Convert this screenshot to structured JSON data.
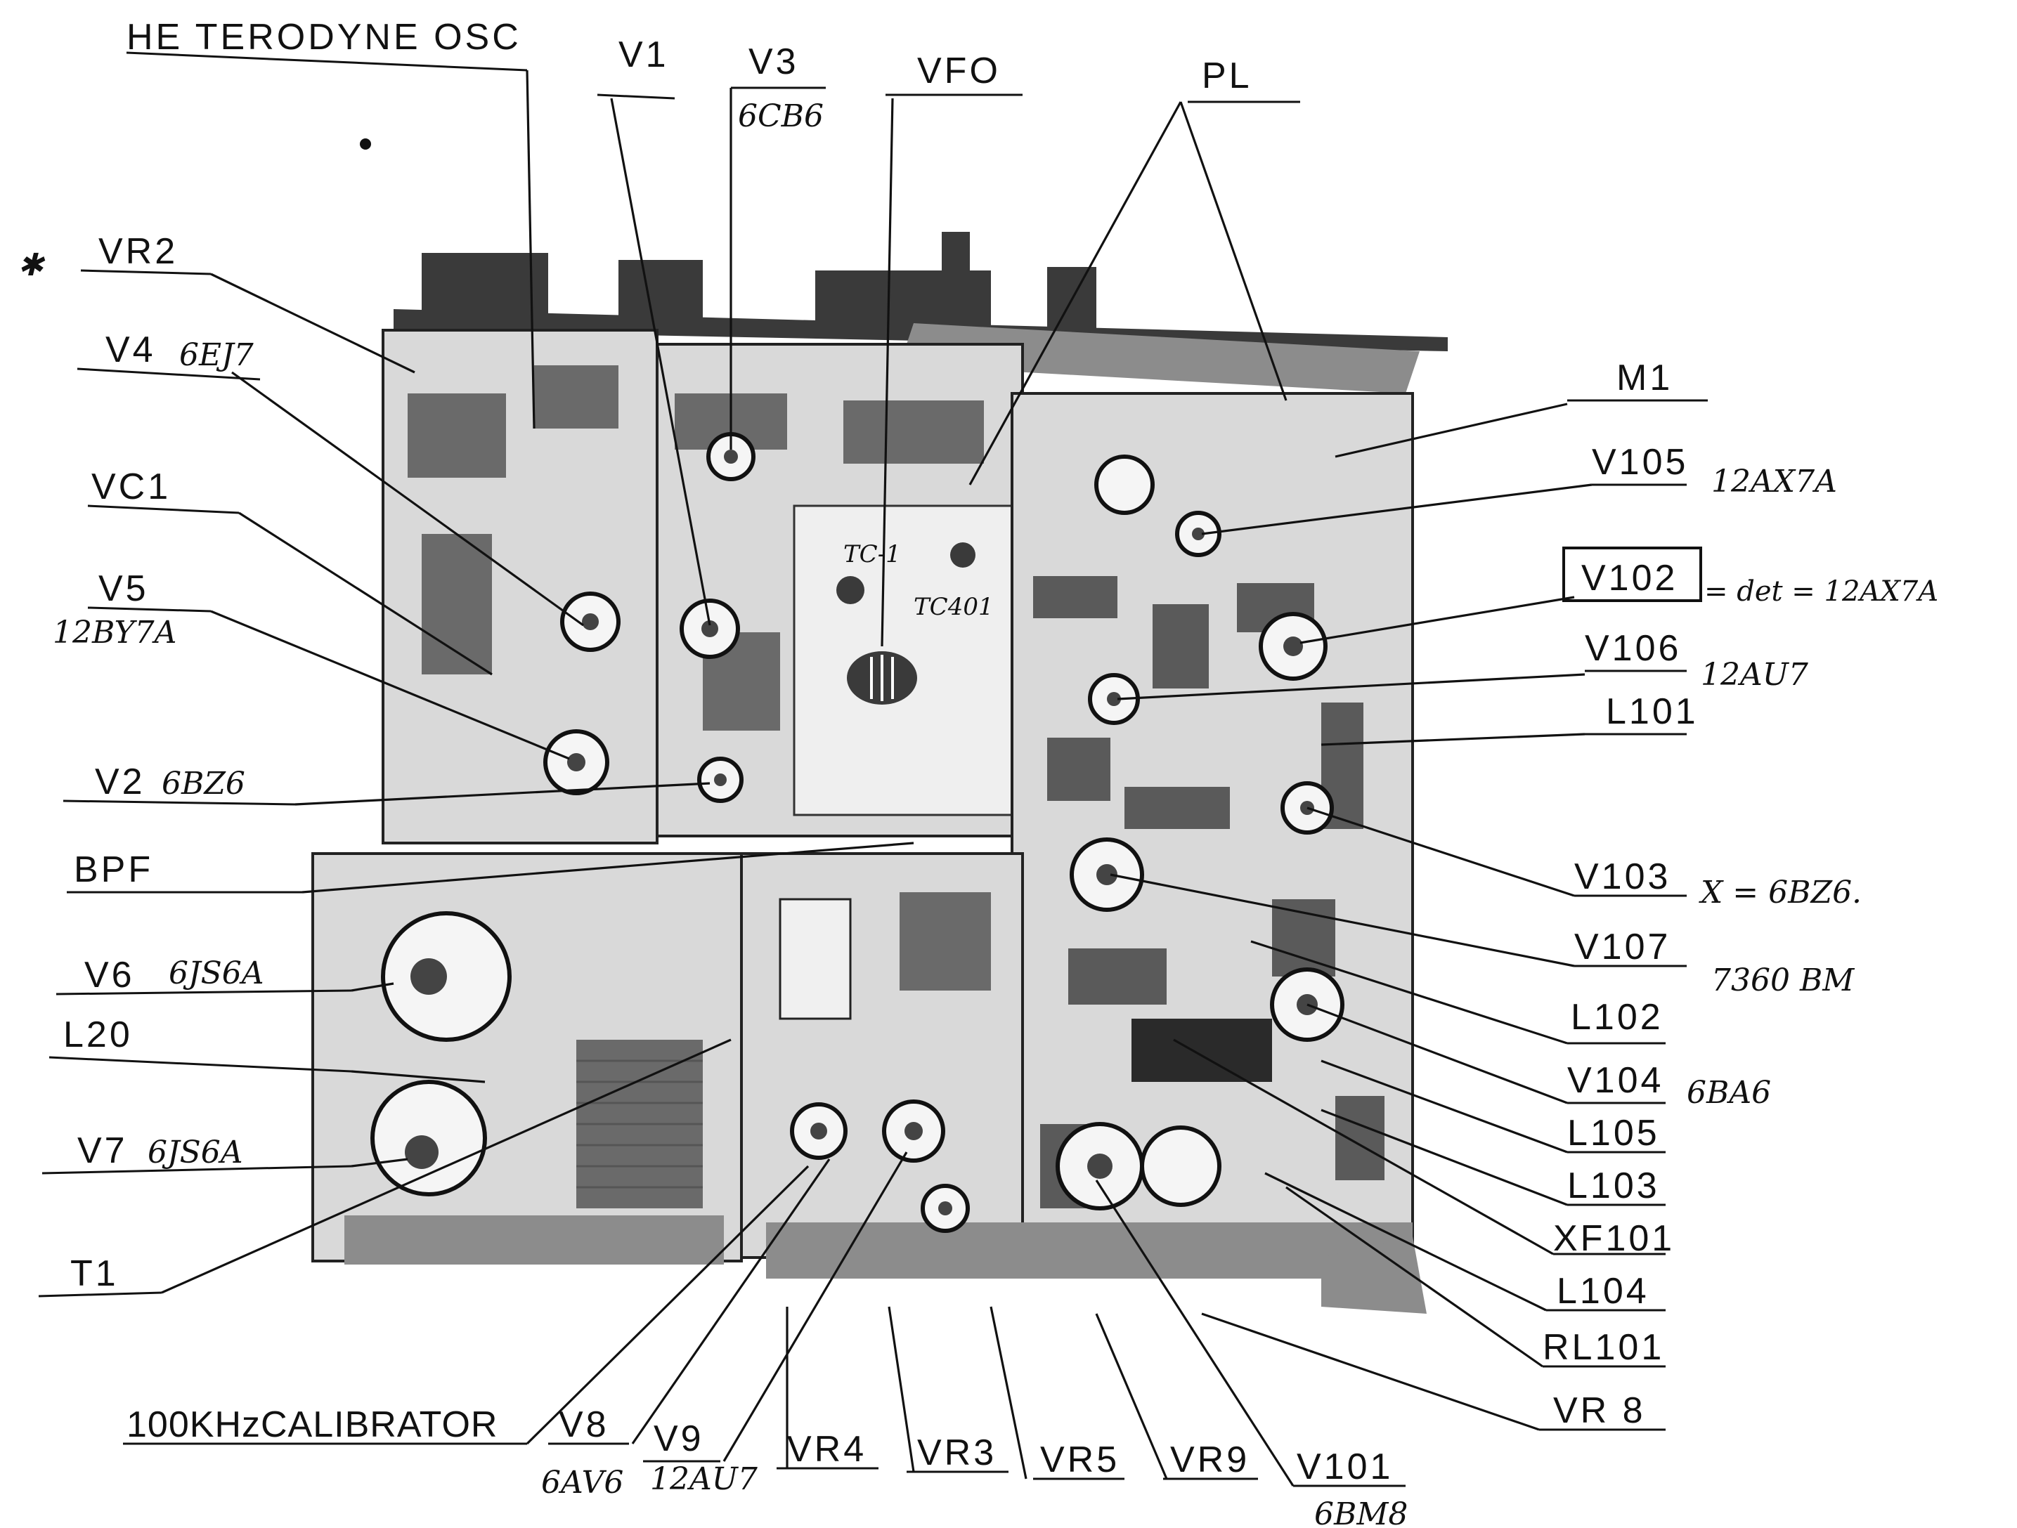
{
  "labels": {
    "heterodyne_osc": "HE TERODYNE OSC",
    "v1": "V1",
    "v3": "V3",
    "v3_note": "6CB6",
    "vfo": "VFO",
    "pl": "PL",
    "vr2": "VR2",
    "v4": "V4",
    "v4_note": "6EJ7",
    "vc1": "VC1",
    "v5": "V5",
    "v5_note": "12BY7A",
    "v2": "V2",
    "v2_note": "6BZ6",
    "bpf": "BPF",
    "v6": "V6",
    "v6_note": "6JS6A",
    "l20": "L20",
    "v7": "V7",
    "v7_note": "6JS6A",
    "t1": "T1",
    "m1": "M1",
    "v105": "V105",
    "v105_note": "12AX7A",
    "v102": "V102",
    "v102_note": "= det = 12AX7A",
    "v106": "V106",
    "v106_note": "12AU7",
    "l101": "L101",
    "v103": "V103",
    "v103_note": "X = 6BZ6.",
    "v107": "V107",
    "v107_note": "7360 BM",
    "l102": "L102",
    "v104": "V104",
    "v104_note": "6BA6",
    "l105": "L105",
    "l103": "L103",
    "xf101": "XF101",
    "l104": "L104",
    "rl101": "RL101",
    "vr8": "VR 8",
    "calibrator": "100KHzCALIBRATOR",
    "v8": "V8",
    "v8_note": "6AV6",
    "v9": "V9",
    "v9_note": "12AU7",
    "vr4": "VR4",
    "vr3": "VR3",
    "vr5": "VR5",
    "vr9": "VR9",
    "v101": "V101",
    "v101_note": "6BM8",
    "tc_a": "TC-1",
    "tc_b": "TC401"
  }
}
